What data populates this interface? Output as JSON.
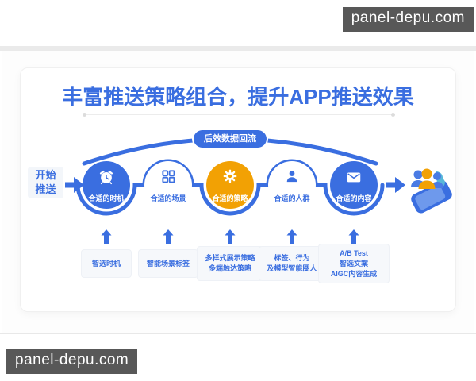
{
  "watermarks": {
    "top_label": "panel-depu.com",
    "bottom_label": "panel-depu.com"
  },
  "poster": {
    "title": "丰富推送策略组合，提升APP推送效果",
    "feedback_loop_label": "后效数据回流",
    "start_label_line1": "开始",
    "start_label_line2": "推送",
    "steps": [
      {
        "label": "合适的时机",
        "icon": "alarm-clock",
        "style": "blue"
      },
      {
        "label": "合适的场景",
        "icon": "grid",
        "style": "white"
      },
      {
        "label": "合适的策略",
        "icon": "gear",
        "style": "orange"
      },
      {
        "label": "合适的人群",
        "icon": "person",
        "style": "white"
      },
      {
        "label": "合适的内容",
        "icon": "envelope",
        "style": "blue"
      }
    ],
    "tactics": [
      {
        "lines": [
          "智选时机"
        ]
      },
      {
        "lines": [
          "智能场景标签"
        ]
      },
      {
        "lines": [
          "多样式展示策略",
          "多端触达策略"
        ]
      },
      {
        "lines": [
          "标签、行为",
          "及模型智能圈人"
        ]
      },
      {
        "lines": [
          "A/B Test",
          "智选文案",
          "AIGC内容生成"
        ]
      }
    ]
  },
  "colors": {
    "accent_blue": "#3A6EE0",
    "accent_orange": "#F2A104",
    "badge_bg": "#585858",
    "tactic_box_bg": "#F6F8FB"
  }
}
